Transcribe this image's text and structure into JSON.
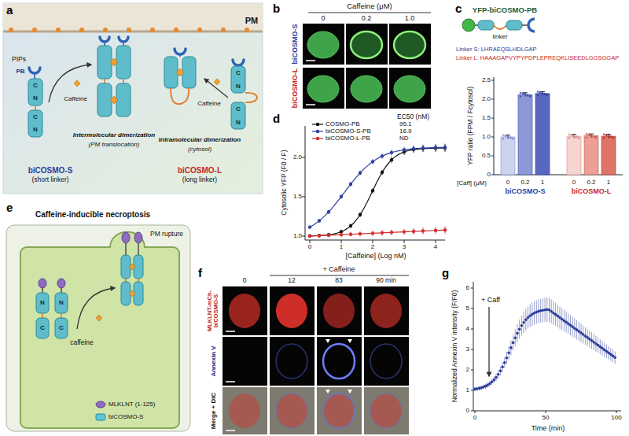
{
  "diagram": {
    "nodes": [
      {
        "text": [
          "PM",
          "PIPs",
          "PB",
          "C",
          "N",
          "C",
          "N",
          "Caffeine",
          "Intermolecular dimerization",
          "(PM translocation)",
          "Caffeine",
          "C",
          "N",
          "C",
          "N",
          "Intramolecular dimerization",
          "(cytosol)",
          "biCOSMO-S",
          "(short linker)",
          "biCOSMO-L",
          "(long linker)"
        ]
      },
      {
        "text": [
          "Caffeine-inducible necroptosis",
          "PM rupture",
          "caffeine",
          "N",
          "C",
          "N",
          "C"
        ]
      }
    ],
    "labels": [
      "a",
      "b",
      "c",
      "d",
      "e",
      "f",
      "g",
      "Caffeine (μM)",
      "0",
      "0.2",
      "1.0",
      "biCOSMO-S",
      "biCOSMO-L",
      "YFP-biCOSMO-PB",
      "linker",
      "Linker S: LHRAEQSLHDLGAP",
      "Linker L: HAAAGAPVYPYPDPLEPREQKLISEEDLGGSGGAP",
      "YFP ratio (FPM / Fcytosol)",
      "0",
      "0.5",
      "1.0",
      "1.5",
      "2.0",
      "2.5",
      "[Caff] (μM)",
      "0",
      "0.2",
      "1",
      "0",
      "0.2",
      "1",
      "biCOSMO-S",
      "biCOSMO-L",
      "EC50 (nM)",
      "95.1",
      "16.9",
      "ND",
      "Cytosolic YFP (F0 / F)",
      "1.0",
      "1.5",
      "2.0",
      "0",
      "1",
      "2",
      "3",
      "4",
      "[Caffeine] (Log nM)",
      "+ Caffeine",
      "0",
      "12",
      "83",
      "90 min",
      "MLKLNT-mCh-biCOSMO-S",
      "Annexin V",
      "Merge + DIC",
      "+ Caff",
      "Normalized Annexin V intensity (F/F0)",
      "0",
      "1",
      "2",
      "3",
      "4",
      "5",
      "6",
      "0",
      "50",
      "100",
      "Time (min)"
    ],
    "legend": [
      {
        "text": "COSMO-PB"
      },
      {
        "text": "biCOSMO-S-PB"
      },
      {
        "text": "biCOSMO-L-PB"
      },
      {
        "text": "MLKLNT (1-125)"
      },
      {
        "text": "biCOSMO-S"
      }
    ]
  }
}
